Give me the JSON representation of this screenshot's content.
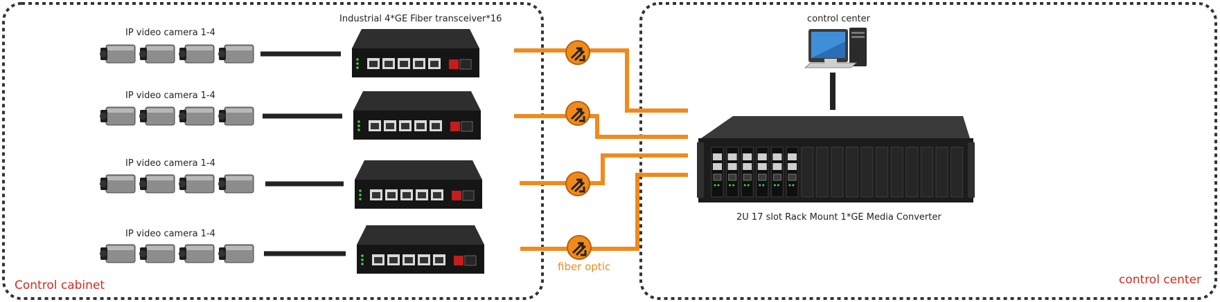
{
  "title": "Industrial 4*GE Fiber transceiver*16",
  "left_zone": {
    "label": "Control cabinet"
  },
  "right_zone": {
    "label": "control center",
    "pc_label": "control center"
  },
  "camera_groups": [
    {
      "label": "IP video camera 1-4",
      "camera_count": 4
    },
    {
      "label": "IP video camera 1-4",
      "camera_count": 4
    },
    {
      "label": "IP video camera 1-4",
      "camera_count": 4
    },
    {
      "label": "IP video camera 1-4",
      "camera_count": 4
    }
  ],
  "fiber_label": "fiber optic",
  "rack": {
    "label": "2U 17 slot Rack Mount  1*GE Media Converter",
    "slot_count": 17,
    "populated_slots": 6
  },
  "colors": {
    "fiber": "#f08a1c",
    "border": "#333333",
    "zone_label": "#d9281e",
    "device": "#1e1e1e"
  }
}
